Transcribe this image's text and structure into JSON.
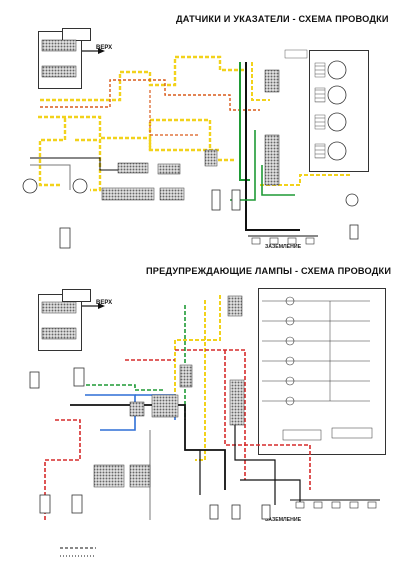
{
  "diagrams": [
    {
      "title": "ДАТЧИКИ И УКАЗАТЕЛИ - СХЕМА ПРОВОДКИ",
      "verh_label": "ВЕРХ",
      "ground_label": "ЗАЗЕМЛЕНИЕ"
    },
    {
      "title": "ПРЕДУПРЕЖДАЮЩИЕ ЛАМПЫ - СХЕМА ПРОВОДКИ",
      "verh_label": "ВЕРХ",
      "ground_label": "ЗАЗЕМЛЕНИЕ"
    }
  ],
  "colors": {
    "yellow": "#f2d21b",
    "green": "#1e9a35",
    "red": "#d62b2b",
    "blue": "#2f6fd6",
    "black": "#111111",
    "gray": "#7a7a7a"
  }
}
